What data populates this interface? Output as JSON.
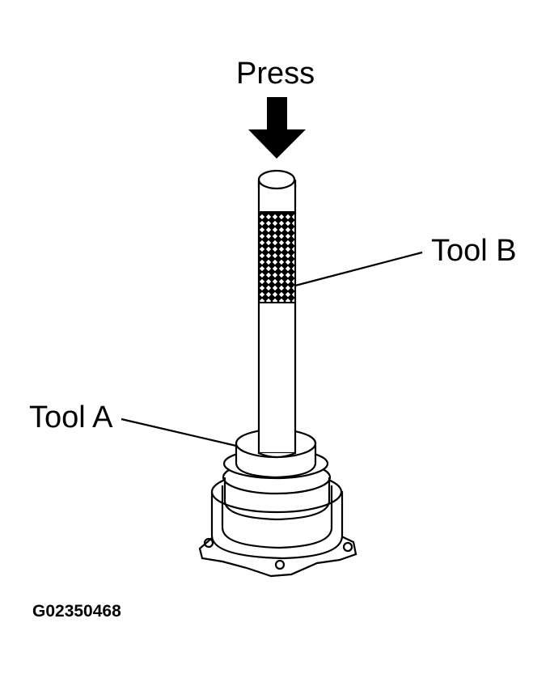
{
  "labels": {
    "press": "Press",
    "tool_b": "Tool B",
    "tool_a": "Tool A",
    "figure_id": "G02350468"
  },
  "colors": {
    "ink": "#000000",
    "paper": "#ffffff"
  }
}
